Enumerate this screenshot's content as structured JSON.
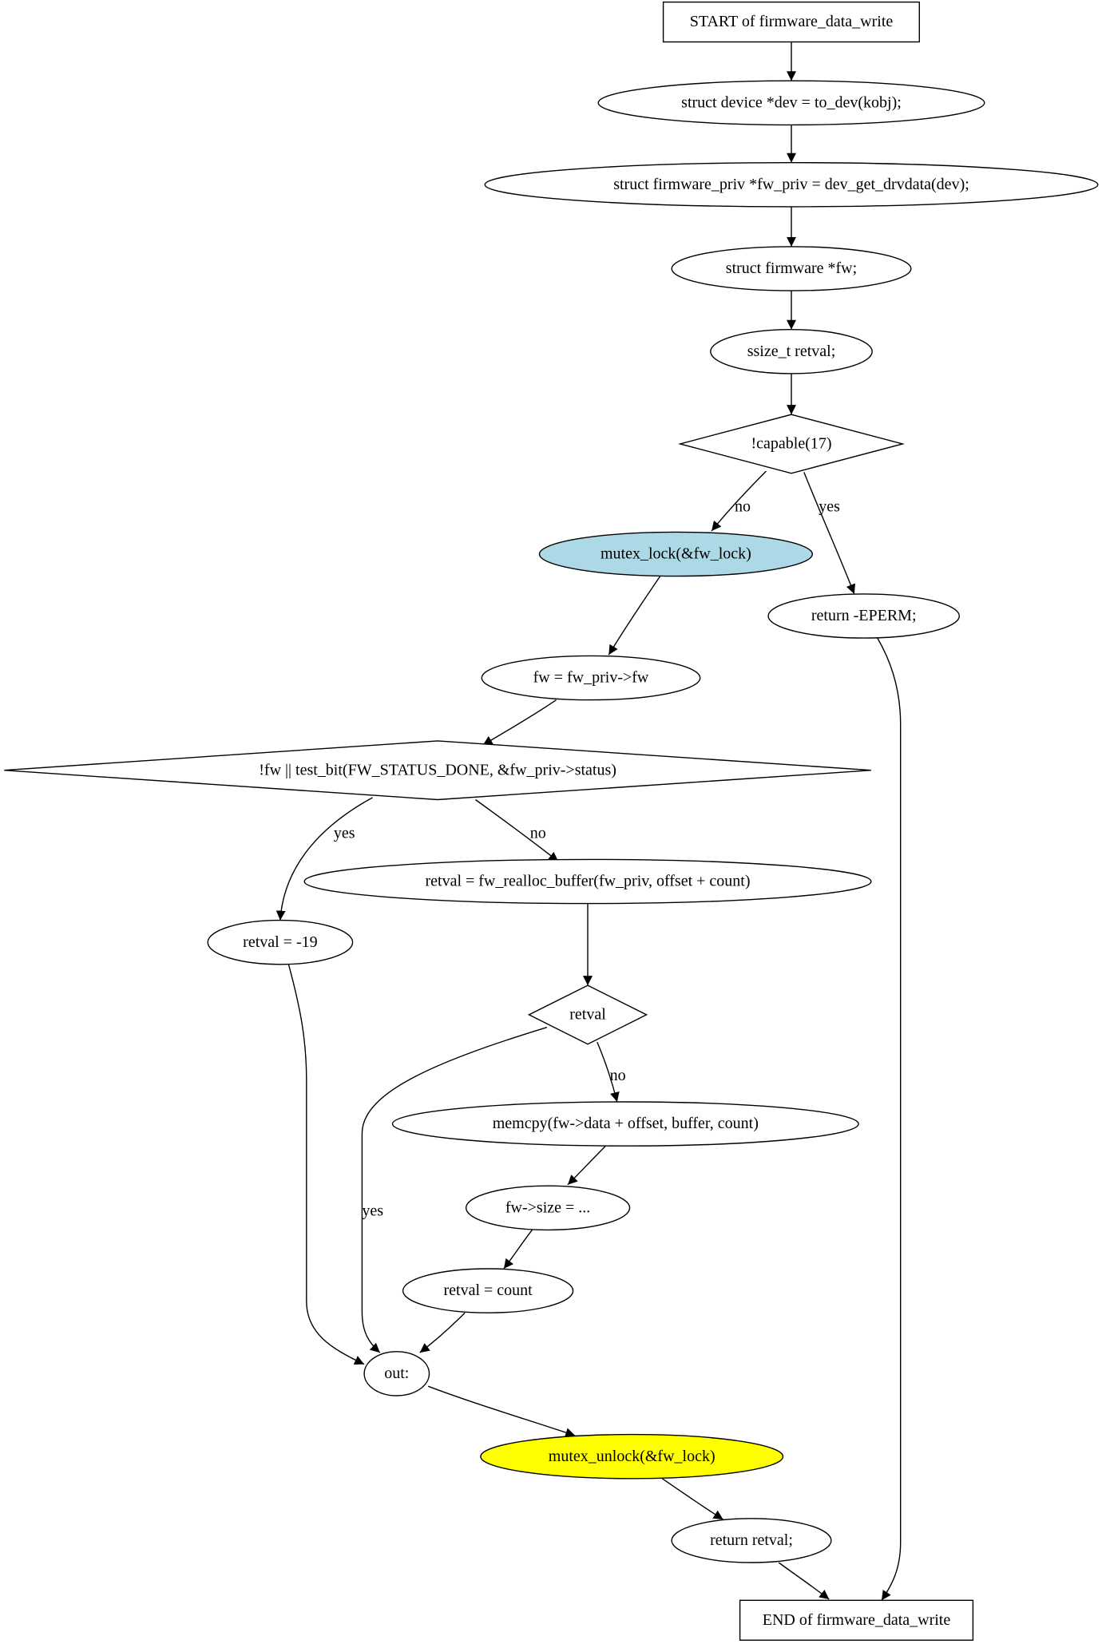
{
  "nodes": {
    "start": {
      "label": "START of firmware_data_write",
      "shape": "box"
    },
    "dev": {
      "label": "struct device *dev = to_dev(kobj);",
      "shape": "ellipse"
    },
    "fwpriv": {
      "label": "struct firmware_priv *fw_priv = dev_get_drvdata(dev);",
      "shape": "ellipse"
    },
    "fwdecl": {
      "label": "struct firmware *fw;",
      "shape": "ellipse"
    },
    "retdecl": {
      "label": "ssize_t retval;",
      "shape": "ellipse"
    },
    "capable": {
      "label": "!capable(17)",
      "shape": "diamond"
    },
    "lock": {
      "label": "mutex_lock(&fw_lock)",
      "shape": "ellipse",
      "fill": "#add8e6"
    },
    "eperm": {
      "label": "return -EPERM;",
      "shape": "ellipse"
    },
    "fwassign": {
      "label": "fw = fw_priv->fw",
      "shape": "ellipse"
    },
    "fwcheck": {
      "label": "!fw || test_bit(FW_STATUS_DONE, &fw_priv->status)",
      "shape": "diamond"
    },
    "realloc": {
      "label": "retval = fw_realloc_buffer(fw_priv, offset + count)",
      "shape": "ellipse"
    },
    "enodev": {
      "label": "retval = -19",
      "shape": "ellipse"
    },
    "retcheck": {
      "label": "retval",
      "shape": "diamond"
    },
    "memcpy": {
      "label": "memcpy(fw->data + offset, buffer, count)",
      "shape": "ellipse"
    },
    "fwsize": {
      "label": "fw->size = ...",
      "shape": "ellipse"
    },
    "retcount": {
      "label": "retval = count",
      "shape": "ellipse"
    },
    "out": {
      "label": "out:",
      "shape": "ellipse"
    },
    "unlock": {
      "label": "mutex_unlock(&fw_lock)",
      "shape": "ellipse",
      "fill": "#ffff00"
    },
    "retret": {
      "label": "return retval;",
      "shape": "ellipse"
    },
    "end": {
      "label": "END of firmware_data_write",
      "shape": "box"
    }
  },
  "edges": [
    {
      "from": "start",
      "to": "dev",
      "label": ""
    },
    {
      "from": "dev",
      "to": "fwpriv",
      "label": ""
    },
    {
      "from": "fwpriv",
      "to": "fwdecl",
      "label": ""
    },
    {
      "from": "fwdecl",
      "to": "retdecl",
      "label": ""
    },
    {
      "from": "retdecl",
      "to": "capable",
      "label": ""
    },
    {
      "from": "capable",
      "to": "lock",
      "label": "no"
    },
    {
      "from": "capable",
      "to": "eperm",
      "label": "yes"
    },
    {
      "from": "lock",
      "to": "fwassign",
      "label": ""
    },
    {
      "from": "eperm",
      "to": "end",
      "label": ""
    },
    {
      "from": "fwassign",
      "to": "fwcheck",
      "label": ""
    },
    {
      "from": "fwcheck",
      "to": "enodev",
      "label": "yes"
    },
    {
      "from": "fwcheck",
      "to": "realloc",
      "label": "no"
    },
    {
      "from": "realloc",
      "to": "retcheck",
      "label": ""
    },
    {
      "from": "enodev",
      "to": "out",
      "label": ""
    },
    {
      "from": "retcheck",
      "to": "memcpy",
      "label": "no"
    },
    {
      "from": "retcheck",
      "to": "out",
      "label": "yes"
    },
    {
      "from": "memcpy",
      "to": "fwsize",
      "label": ""
    },
    {
      "from": "fwsize",
      "to": "retcount",
      "label": ""
    },
    {
      "from": "retcount",
      "to": "out",
      "label": ""
    },
    {
      "from": "out",
      "to": "unlock",
      "label": ""
    },
    {
      "from": "unlock",
      "to": "retret",
      "label": ""
    },
    {
      "from": "retret",
      "to": "end",
      "label": ""
    }
  ]
}
